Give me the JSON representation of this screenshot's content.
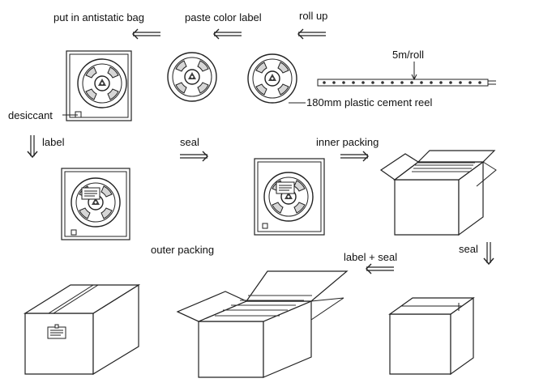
{
  "labels": {
    "put_in_bag": "put in antistatic bag",
    "paste_label": "paste color label",
    "roll_up": "roll up",
    "five_m_roll": "5m/roll",
    "reel": "180mm plastic cement reel",
    "desiccant": "desiccant",
    "label": "label",
    "seal_1": "seal",
    "inner_packing": "inner packing",
    "seal_2": "seal",
    "label_seal": "label + seal",
    "outer_packing": "outer packing"
  },
  "icons": [
    "left-arrow-icon",
    "right-arrow-icon",
    "down-arrow-icon",
    "reel-icon",
    "led-strip-icon",
    "antistatic-bag-icon",
    "carton-box-icon"
  ],
  "colors": {
    "line": "#222222",
    "background": "#ffffff"
  }
}
